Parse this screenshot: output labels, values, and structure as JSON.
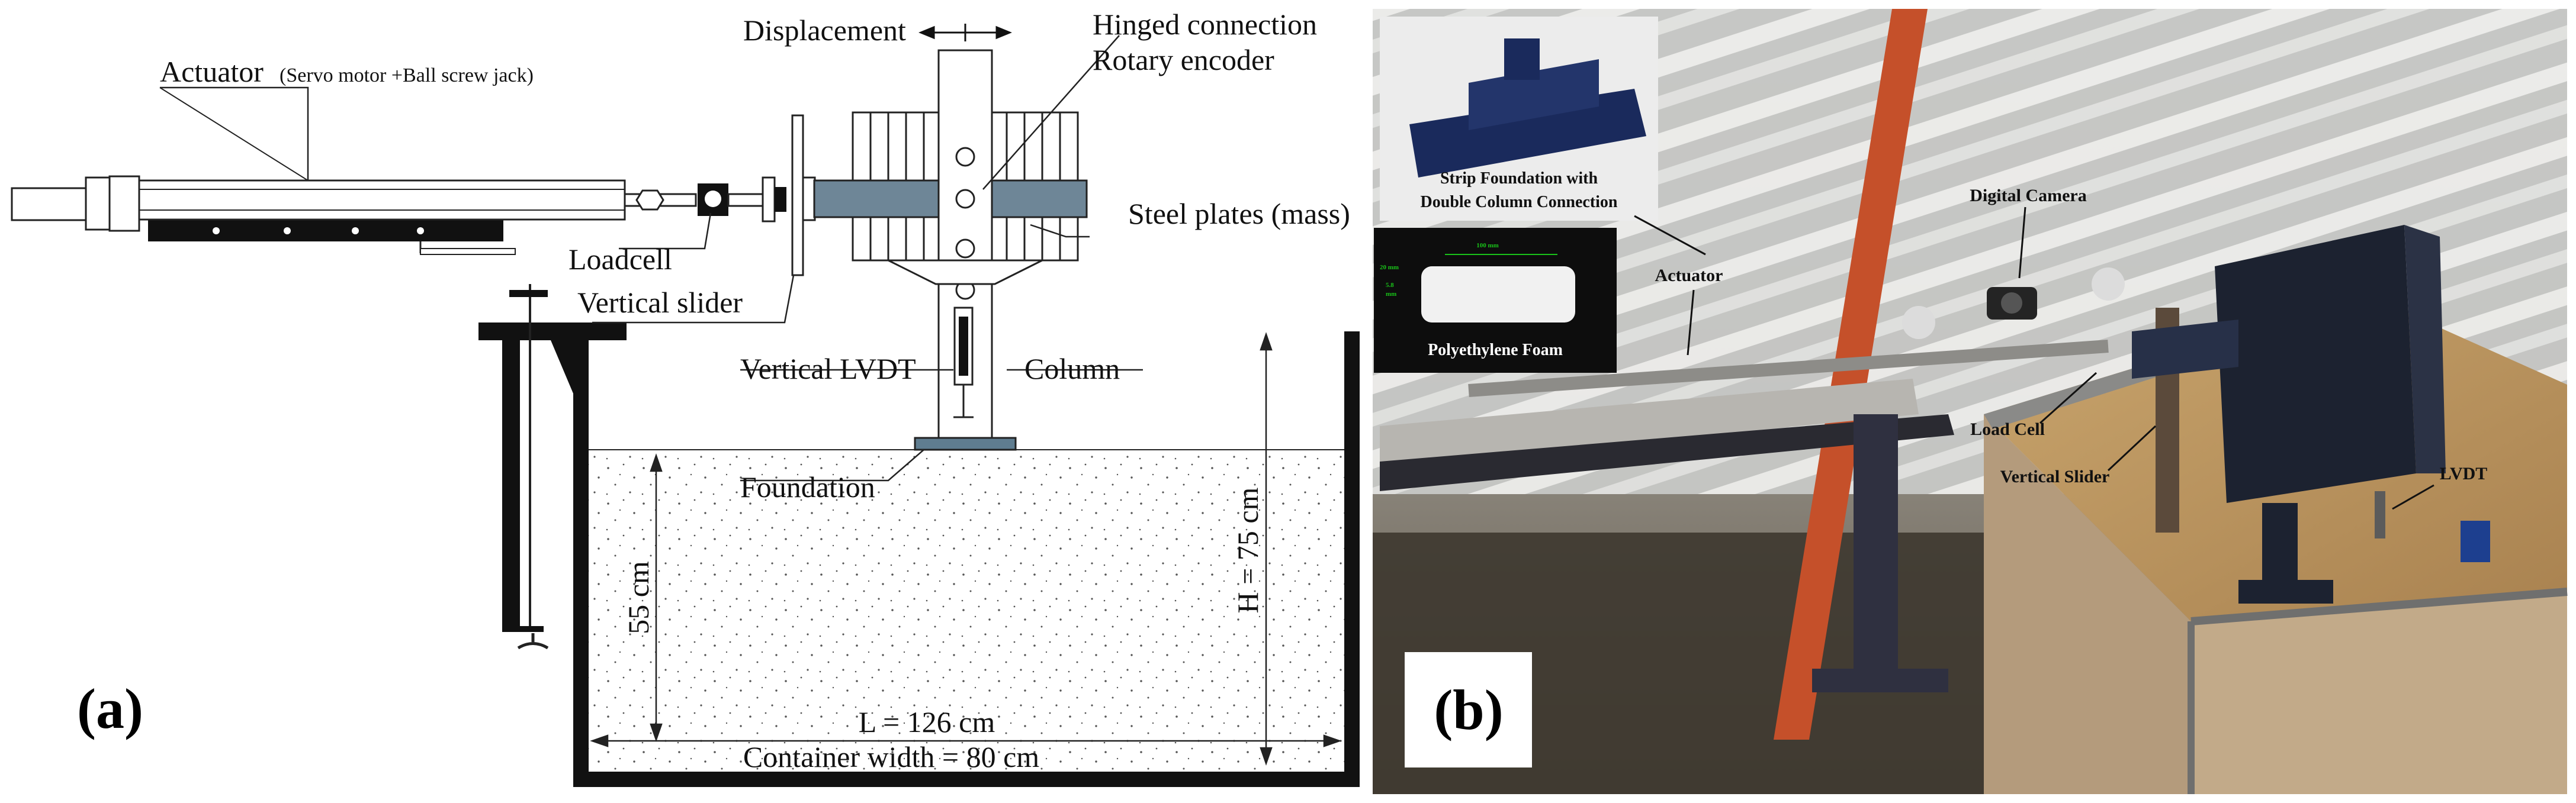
{
  "panel_a": {
    "tag": "(a)",
    "labels": {
      "actuator": "Actuator",
      "actuator_detail": "(Servo motor +Ball screw jack)",
      "displacement": "Displacement",
      "hinged_connection": "Hinged connection",
      "rotary_encoder": "Rotary encoder",
      "steel_plates": "Steel plates (mass)",
      "loadcell": "Loadcell",
      "vertical_slider": "Vertical slider",
      "vertical_lvdt": "Vertical LVDT",
      "column": "Column",
      "foundation": "Foundation",
      "depth_55": "55 cm",
      "height_75": "H = 75 cm",
      "length": "L = 126 cm",
      "container_width": "Container width = 80 cm"
    }
  },
  "panel_b": {
    "tag": "(b)",
    "labels": {
      "strip_foundation_1": "Strip Foundation with",
      "strip_foundation_2": "Double Column Connection",
      "polyethylene_foam": "Polyethylene Foam",
      "foam_len": "100 mm",
      "foam_h": "20 mm",
      "foam_w": "5.8",
      "foam_w2": "mm",
      "digital_camera": "Digital Camera",
      "actuator": "Actuator",
      "load_cell": "Load Cell",
      "vertical_slider": "Vertical Slider",
      "lvdt": "LVDT"
    }
  }
}
